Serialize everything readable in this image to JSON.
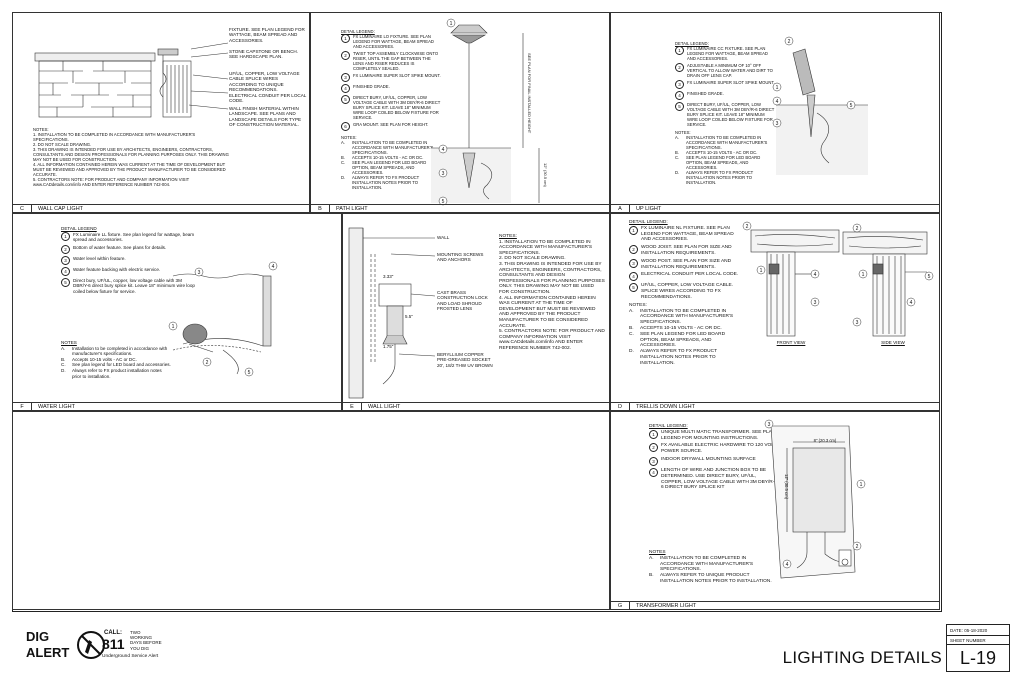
{
  "panels": {
    "C": {
      "letter": "C",
      "title": "WALL CAP LIGHT",
      "callouts": [
        "FIXTURE. SEE PLAN LEGEND FOR WATTAGE, BEAM SPREAD AND ACCESSORIES.",
        "STONE CAPSTONE OR BENCH. SEE HARDSCAPE PLAN.",
        "UF/UL, COPPER, LOW VOLTAGE CABLE SPLICE WIRES ACCORDING TO UNIQUE RECOMMENDATIONS.",
        "ELECTRICAL CONDUIT PER LOCAL CODE.",
        "WALL FINISH MATERIAL WITHIN LANDSCAPE. SEE PLANS AND LANDSCAPE DETAILS FOR TYPE OF CONSTRUCTION MATERIAL."
      ],
      "notes_title": "NOTES:",
      "notes": [
        "1. INSTALLATION TO BE COMPLETED IN ACCORDANCE WITH MANUFACTURER'S SPECIFICATIONS.",
        "2. DO NOT SCALE DRAWING.",
        "3. THIS DRAWING IS INTENDED FOR USE BY ARCHITECTS, ENGINEERS, CONTRACTORS, CONSULTANTS AND DESIGN PROFESSIONALS FOR PLANNING PURPOSES ONLY. THIS DRAWING MAY NOT BE USED FOR CONSTRUCTION.",
        "4. ALL INFORMATION CONTAINED HEREIN WAS CURRENT AT THE TIME OF DEVELOPMENT BUT MUST BE REVIEWED AND APPROVED BY THE PRODUCT MANUFACTURER TO BE CONSIDERED ACCURATE.",
        "5. CONTRACTORS NOTE: FOR PRODUCT AND COMPANY INFORMATION VISIT www.CADdetails.com/info AND ENTER REFERENCE NUMBER 742-004."
      ]
    },
    "B": {
      "letter": "B",
      "title": "PATH LIGHT",
      "legend_title": "DETAIL LEGEND:",
      "legend": [
        "FX LUMINAIRE LO FIXTURE. SEE PLAN LEGEND FOR WATTAGE, BEAM SPREAD AND ACCESSORIES.",
        "TWIST TOP ASSEMBLY CLOCKWISE ONTO RISER, UNTIL THE GAP BETWEEN THE LENS AND RISER REDUCES IS COMPLETELY SEALED.",
        "FX LUMINAIRE SUPER SLOT SPIKE MOUNT.",
        "FINISHED GRADE.",
        "DIRECT BURY, UF/UL, COPPER, LOW VOLTAGE CABLE WITH 3M DBY/R-6 DIRECT BURY SPLICE KIT. LEAVE 18\" MINIMUM WIRE LOOP COILED BELOW FIXTURE FOR SERVICE.",
        "GRA MOUNT. SEE PLAN FOR HEIGHT."
      ],
      "notes_title": "NOTES:",
      "notes": [
        [
          "A.",
          "INSTALLATION TO BE COMPLETED IN ACCORDANCE WITH MANUFACTURER'S SPECIFICATIONS."
        ],
        [
          "B.",
          "ACCEPTS 10-15 VOLTS - AC OR DC."
        ],
        [
          "C.",
          "SEE PLAN LEGEND FOR LED BOARD OPTION, BEAM SPREADS, AND ACCESSORIES."
        ],
        [
          "D.",
          "ALWAYS REFER TO FX PRODUCT INSTALLATION NOTES PRIOR TO INSTALLATION."
        ]
      ],
      "dim": "SEE PLAN FOR FINAL INSTALLED HEIGHT",
      "dim2": "12\" (30.5 cm)"
    },
    "A": {
      "letter": "A",
      "title": "UP LIGHT",
      "legend_title": "DETAIL LEGEND:",
      "legend": [
        "FX LUMINAIRE CC FIXTURE. SEE PLAN LEGEND FOR WATTAGE, BEAM SPREAD AND ACCESSORIES.",
        "ADJUSTABLE A MINIMUM OF 10° OFF VERTICAL TO ALLOW WATER AND DIRT TO DRAIN OFF LENS CAP.",
        "FX LUMINAIRE SUPER SLOT SPIKE MOUNT.",
        "FINISHED GRADE.",
        "DIRECT BURY, UF/UL, COPPER, LOW VOLTAGE CABLE WITH 3M DBY/R-6 DIRECT BURY SPLICE KIT. LEAVE 18\" MINIMUM WIRE LOOP COILED BELOW FIXTURE FOR SERVICE."
      ],
      "notes_title": "NOTES:",
      "notes": [
        [
          "A.",
          "INSTALLATION TO BE COMPLETED IN ACCORDANCE WITH MANUFACTURER'S SPECIFICATIONS."
        ],
        [
          "B.",
          "ACCEPTS 10-15 VOLTS - AC OR DC."
        ],
        [
          "C.",
          "SEE PLAN LEGEND FOR LED BOARD OPTION, BEAM SPREADS, AND ACCESSORIES."
        ],
        [
          "D.",
          "ALWAYS REFER TO FX PRODUCT INSTALLATION NOTES PRIOR TO INSTALLATION."
        ]
      ]
    },
    "F": {
      "letter": "F",
      "title": "WATER LIGHT",
      "legend_title": "DETAIL LEGEND",
      "legend": [
        "FX Luminaire LL fixture. See plan legend for wattage, beam spread and accessories.",
        "Bottom of water feature. See plans for details.",
        "Water level within feature.",
        "Water feature backing with electric service.",
        "Direct bury, UF/UL, copper, low voltage cable with 3M DBR/Y-6 direct bury splice kit. Leave 18\" minimum wire loop coiled below fixture for service."
      ],
      "notes_title": "NOTES",
      "notes": [
        [
          "A.",
          "Installation to be completed in accordance with manufacturer's specifications."
        ],
        [
          "B.",
          "Accepts 10-15 volts - AC or DC."
        ],
        [
          "C.",
          "See plan legend for LED board and accessories."
        ],
        [
          "D.",
          "Always refer to FX product installation notes prior to installation."
        ]
      ]
    },
    "E": {
      "letter": "E",
      "title": "WALL LIGHT",
      "callouts": [
        "WALL",
        "MOUNTING SCREWS AND ANCHORS",
        "CAST BRASS CONSTRUCTION LOCK AND LOAD SHROUD FROSTED LENS",
        "BERYLLIUM COPPER PRE-GREASED SOCKET 20', 18/2 THW UV BROWN"
      ],
      "dims": [
        "3.33\"",
        "5.5\"",
        "1.75\""
      ],
      "notes_title": "NOTES:",
      "notes": [
        "1. INSTALLATION TO BE COMPLETED IN ACCORDANCE WITH MANUFACTURER'S SPECIFICATIONS.",
        "2. DO NOT SCALE DRAWING.",
        "3. THIS DRAWING IS INTENDED FOR USE BY ARCHITECTS, ENGINEERS, CONTRACTORS, CONSULTANTS AND DESIGN PROFESSIONALS FOR PLANNING PURPOSES ONLY. THIS DRAWING MAY NOT BE USED FOR CONSTRUCTION.",
        "4. ALL INFORMATION CONTAINED HEREIN WAS CURRENT AT THE TIME OF DEVELOPMENT BUT MUST BE REVIEWED AND APPROVED BY THE PRODUCT MANUFACTURER TO BE CONSIDERED ACCURATE.",
        "5. CONTRACTORS NOTE: FOR PRODUCT AND COMPANY INFORMATION VISIT www.CADdetails.com/info AND ENTER REFERENCE NUMBER 742-002."
      ]
    },
    "D": {
      "letter": "D",
      "title": "TRELLIS DOWN LIGHT",
      "legend_title": "DETAIL LEGEND:",
      "legend": [
        "FX LUMINAIRE NL FIXTURE. SEE PLAN LEGEND FOR WATTAGE, BEAM SPREAD AND ACCESSORIES.",
        "WOOD JOIST. SEE PLAN FOR SIZE AND INSTALLATION REQUIREMENTS.",
        "WOOD POST. SEE PLAN FOR SIZE AND INSTALLATION REQUIREMENTS.",
        "ELECTRICAL CONDUIT PER LOCAL CODE.",
        "UF/UL, COPPER, LOW VOLTAGE CABLE. SPLICE WIRES ACCORDING TO FX RECOMMENDATIONS."
      ],
      "notes_title": "NOTES:",
      "notes": [
        [
          "A.",
          "INSTALLATION TO BE COMPLETED IN ACCORDANCE WITH MANUFACTURER'S SPECIFICATIONS."
        ],
        [
          "B.",
          "ACCEPTS 10-15 VOLTS - AC OR DC."
        ],
        [
          "C.",
          "SEE PLAN LEGEND FOR LED BOARD OPTION, BEAM SPREADS, AND ACCESSORIES."
        ],
        [
          "D.",
          "ALWAYS REFER TO FX PRODUCT INSTALLATION NOTES PRIOR TO INSTALLATION."
        ]
      ],
      "front_view": "FRONT VIEW",
      "side_view": "SIDE VIEW"
    },
    "G": {
      "letter": "G",
      "title": "TRANSFORMER LIGHT",
      "legend_title": "DETAIL LEGEND:",
      "legend": [
        "UNIQUE MULTI MATIC TRANSFORMER. SEE PLAN LEGEND FOR MOUNTING INSTRUCTIONS.",
        "FX AVAILABLE ELECTRIC HARDWIRE TO 120 VOLT POWER SOURCE.",
        "INDOOR DRYWALL MOUNTING SURFACE",
        "LENGTH OF WIRE AND JUNCTION BOX TO BE DETERMINED. USE DIRECT BURY, UF/UL, COPPER, LOW VOLTAGE CABLE WITH 3M DBY/R-6 DIRECT BURY SPLICE KIT"
      ],
      "notes_title": "NOTES",
      "notes": [
        [
          "A.",
          "INSTALLATION TO BE COMPLETED IN ACCORDANCE WITH MANUFACTURER'S SPECIFICATIONS."
        ],
        [
          "B.",
          "ALWAYS REFER TO UNIQUE PRODUCT INSTALLATION NOTES PRIOR TO INSTALLATION."
        ]
      ],
      "dim_w": "8\" (20.3 cm)",
      "dim_h": "12\" (30.5 cm)"
    }
  },
  "dig_alert": {
    "line1": "DIG",
    "line2": "ALERT",
    "call": "CALL:",
    "number": "811",
    "days": [
      "TWO",
      "WORKING",
      "DAYS BEFORE",
      "YOU DIG"
    ],
    "service": "Underground Service Alert"
  },
  "title_block": {
    "sheet_title": "LIGHTING DETAILS",
    "date_label": "DATE:",
    "date": "05-18-2020",
    "sheet_number_label": "SHEET NUMBER",
    "sheet_number": "L-19"
  }
}
